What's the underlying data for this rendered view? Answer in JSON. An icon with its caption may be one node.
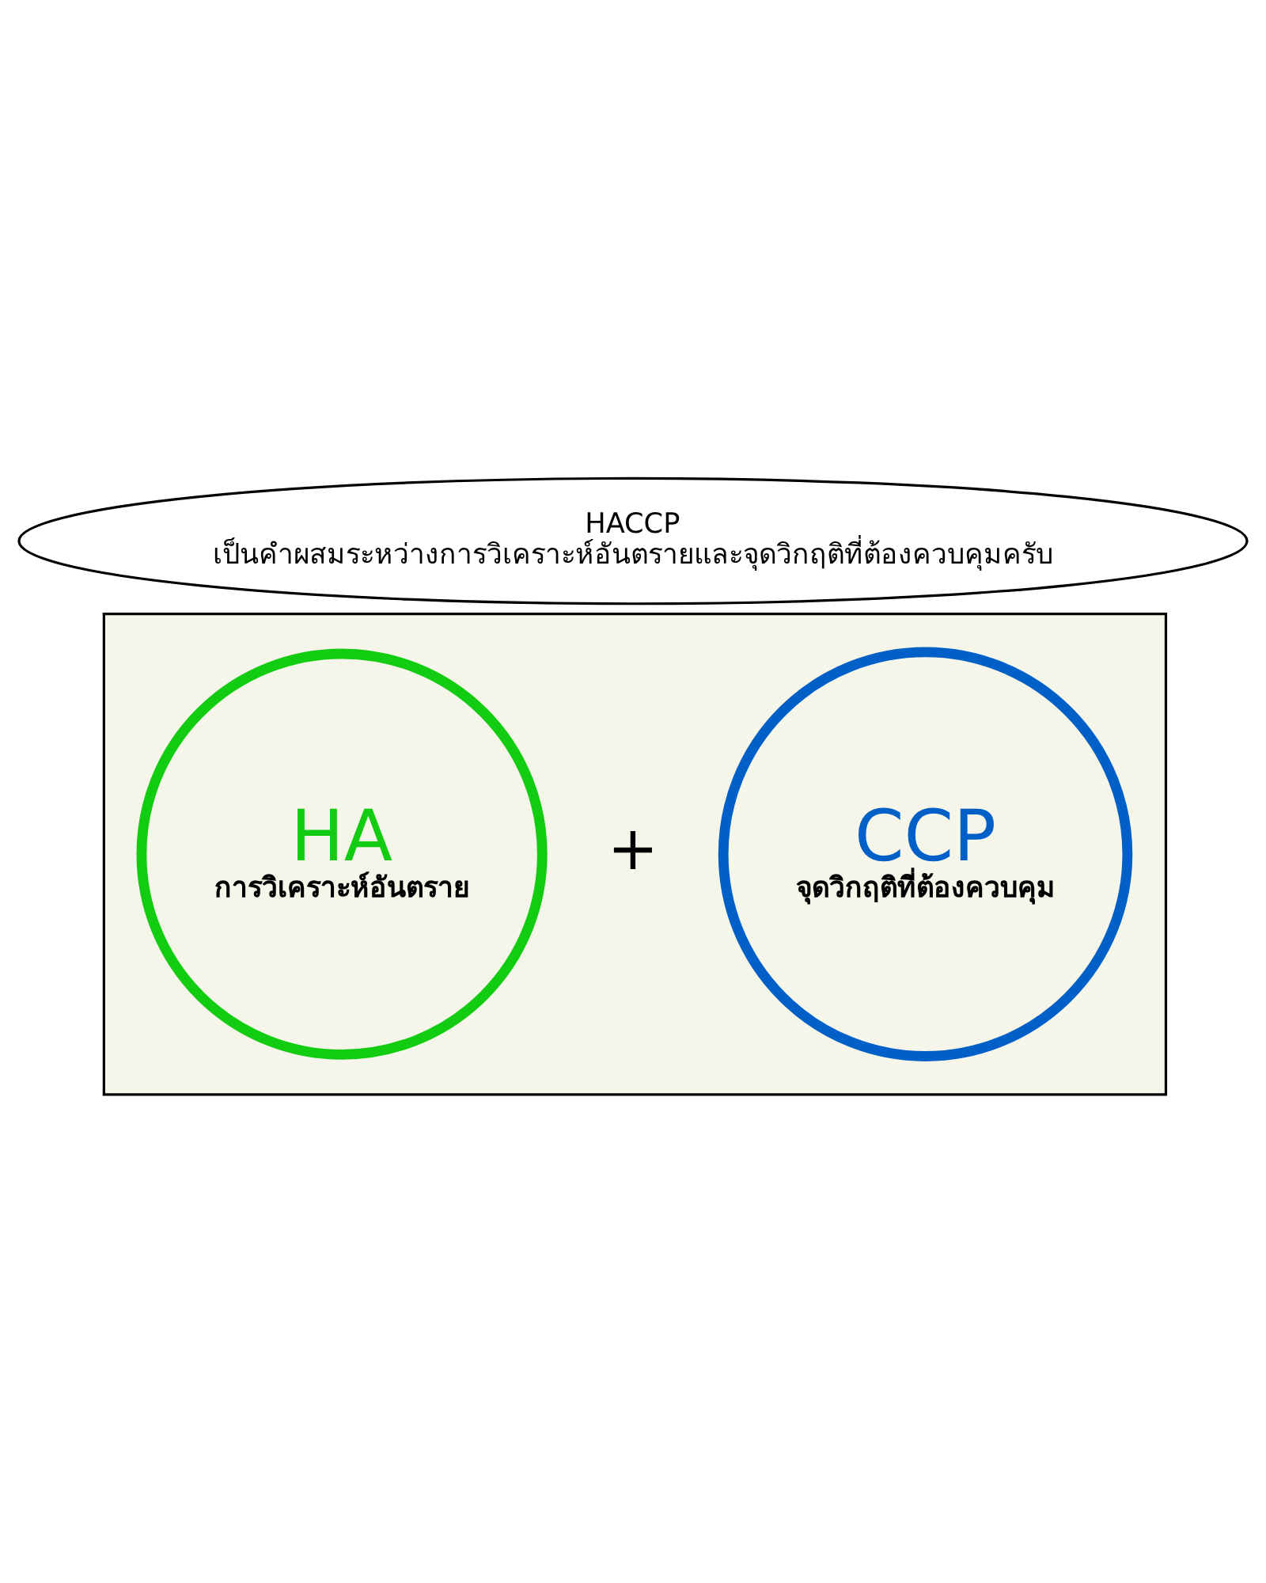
{
  "diagram": {
    "nodes": [
      {
        "text": [
          "HACCP",
          "เป็นคำผสมระหว่างการวิเคราะห์อันตรายและจุดวิกฤติที่ต้องควบคุมครับ"
        ]
      },
      {
        "text": [],
        "shape": "box"
      },
      {
        "text": [
          "HA",
          "การวิเคราะห์อันตราย"
        ],
        "in": 1
      },
      {
        "text": [
          "CCP",
          "จุดวิกฤติที่ต้องควบคุม"
        ],
        "in": 1
      }
    ],
    "labels": [
      "+"
    ]
  }
}
